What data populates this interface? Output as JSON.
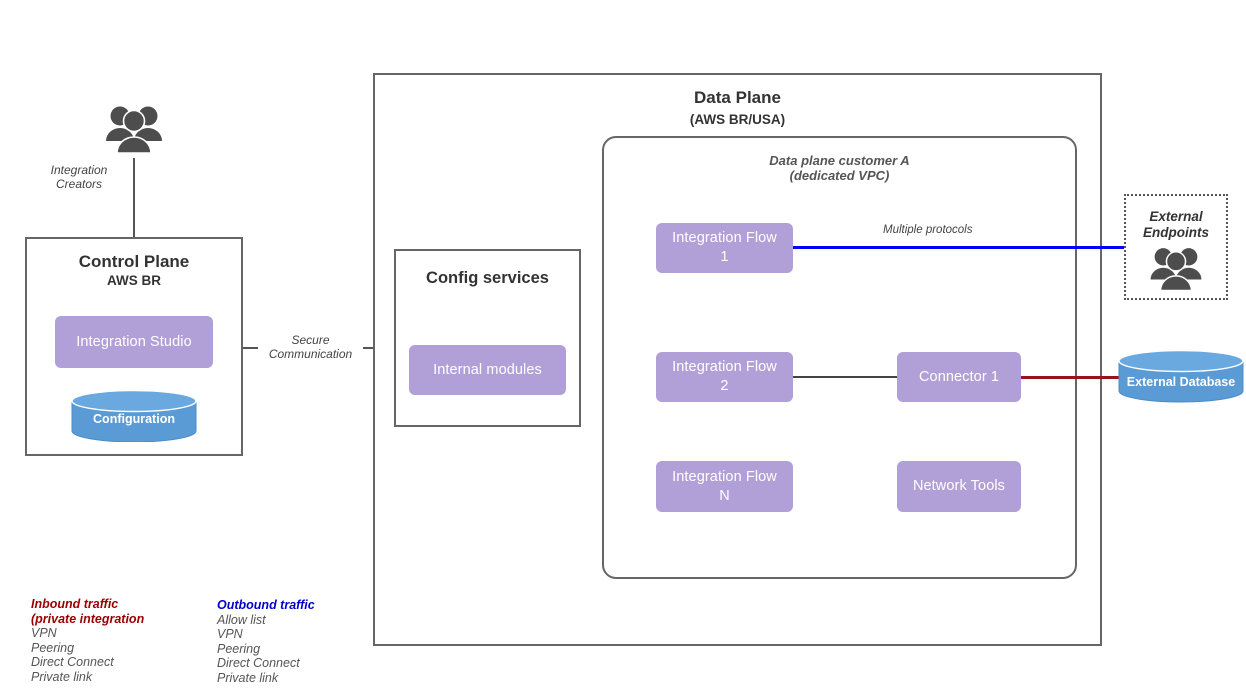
{
  "diagram": {
    "actors": {
      "integration_creators": {
        "label_line1": "Integration",
        "label_line2": "Creators",
        "icon": "people-group-icon"
      }
    },
    "control_plane": {
      "title": "Control Plane",
      "subtitle": "AWS BR",
      "integration_studio": "Integration Studio",
      "configuration_db": "Configuration"
    },
    "connection_control_to_data": {
      "label_line1": "Secure",
      "label_line2": "Communication"
    },
    "data_plane": {
      "title": "Data Plane",
      "subtitle": "(AWS BR/USA)",
      "customer_vpc": {
        "title_line1": "Data plane customer A",
        "title_line2": "(dedicated VPC)",
        "nodes": [
          {
            "name": "integration-flow-1",
            "line1": "Integration Flow",
            "line2": "1"
          },
          {
            "name": "integration-flow-2",
            "line1": "Integration Flow",
            "line2": "2"
          },
          {
            "name": "integration-flow-n",
            "line1": "Integration Flow",
            "line2": "N"
          },
          {
            "name": "connector-1",
            "line1": "Connector 1",
            "line2": ""
          },
          {
            "name": "network-tools",
            "line1": "Network Tools",
            "line2": ""
          }
        ]
      }
    },
    "config_services": {
      "title": "Config services",
      "internal_modules": "Internal modules"
    },
    "external": {
      "endpoints": {
        "title_line1": "External",
        "title_line2": "Endpoints",
        "icon": "people-group-icon"
      },
      "database": {
        "label": "External Database"
      }
    },
    "edges": {
      "multiple_protocols": "Multiple protocols"
    },
    "legend": {
      "inbound": {
        "heading_line1": "Inbound traffic",
        "heading_line2": "(private integration",
        "color": "#990000",
        "items": [
          "VPN",
          "Peering",
          "Direct Connect",
          "Private link"
        ]
      },
      "outbound": {
        "heading": "Outbound traffic",
        "color": "#0000cc",
        "items": [
          "Allow list",
          "VPN",
          "Peering",
          "Direct Connect",
          "Private link"
        ]
      }
    },
    "colors": {
      "process_purple": "#b1a0d8",
      "cylinder_blue": "#5b9bd5",
      "inbound_red": "#9e1116",
      "outbound_blue": "#0000ff",
      "border_gray": "#666666"
    }
  }
}
